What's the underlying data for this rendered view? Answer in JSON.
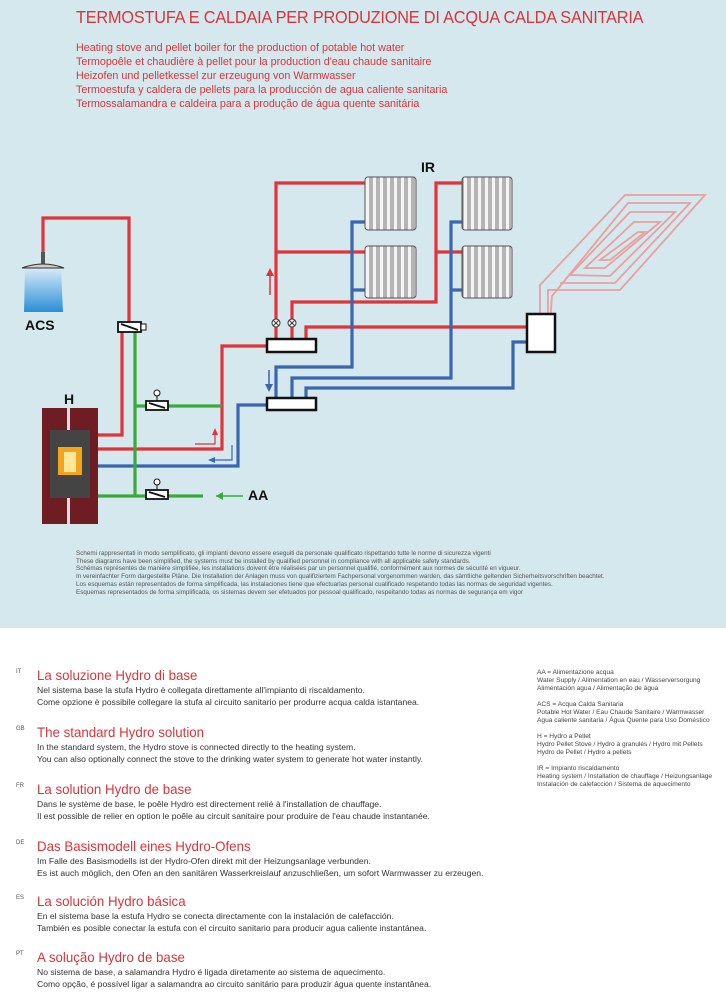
{
  "header": {
    "title": "TERMOSTUFA E CALDAIA PER PRODUZIONE DI ACQUA CALDA SANITARIA",
    "subtitles": [
      "Heating stove and pellet boiler for the production of potable hot water",
      "Termopoêle et chaudière à pellet pour la production d'eau chaude sanitaire",
      "Heizofen und pelletkessel zur erzeugung von Warmwasser",
      "Termoestufa y caldera de pellets para la producción de agua caliente sanitaria",
      "Termossalamandra e caldeira para a produção de água quente sanitária"
    ]
  },
  "diagram": {
    "labels": {
      "acs": "ACS",
      "h": "H",
      "aa": "AA",
      "ir": "IR"
    },
    "colors": {
      "hot": "#e0333a",
      "cold": "#3a66b0",
      "water": "#3aaa3a",
      "stove": "#6e1e22",
      "floor": "#e8a0a0"
    }
  },
  "disclaimer": [
    "Schemi rappresentati in modo semplificato, gli impianti devono essere eseguiti da personale qualificato rispettando tutte le norme di sicurezza vigenti",
    "These diagrams have been simplified, the systems must be installed by qualified personnel in compliance with all applicable safety standards.",
    "Schémas représentés de manière simplifiée, les installations doivent être réalisées par un personnel qualifié, conformément aux normes de sécurité en vigueur.",
    "In vereinfachter Form dargestellte Pläne. Die Installation der Anlagen muss von qualifiziertem Fachpersonal vorgenommen warden, das sämtliche geltenden Sicherheitsvorschriften beachtet.",
    "Los esquemas están representados de forma simplificada, las instalaciones tiene que efectuarlas personal cualificado respetando todas las normas de seguridad vigentes.",
    "Esquemas representados de forma simplificada, os sistemas devem ser efetuados por pessoal qualificado, respeitando todas as normas de segurança em vigor"
  ],
  "sections": [
    {
      "code": "IT",
      "title": "La soluzione Hydro di base",
      "lines": [
        "Nel sistema base la stufa Hydro è collegata direttamente all'impianto di riscaldamento.",
        "Come opzione è possibile collegare la stufa al circuito sanitario per produrre acqua calda istantanea."
      ]
    },
    {
      "code": "GB",
      "title": "The standard Hydro solution",
      "lines": [
        "In the standard system, the Hydro stove is connected directly to the heating system.",
        "You can also optionally connect the stove to the drinking water system to generate hot water instantly."
      ]
    },
    {
      "code": "FR",
      "title": "La solution Hydro de base",
      "lines": [
        "Dans le système de base, le poêle Hydro est directement relié à l'installation de chauffage.",
        "Il est possible de relier en option le poêle au circuit sanitaire pour produire de l'eau chaude instantanée."
      ]
    },
    {
      "code": "DE",
      "title": "Das Basismodell eines Hydro-Ofens",
      "lines": [
        "Im Falle des Basismodells ist der Hydro-Ofen direkt mit der Heizungsanlage verbunden.",
        "Es ist auch möglich, den Ofen an den sanitären Wasserkreislauf anzuschließen, um sofort Warmwasser zu erzeugen."
      ]
    },
    {
      "code": "ES",
      "title": "La solución Hydro básica",
      "lines": [
        "En el sistema base la estufa Hydro se conecta directamente con la instalación de calefacción.",
        "También es posible conectar la estufa con el circuito sanitario para producir agua caliente instantánea."
      ]
    },
    {
      "code": "PT",
      "title": "A solução Hydro de base",
      "lines": [
        "No sistema de base, a salamandra Hydro é ligada diretamente ao sistema de aquecimento.",
        "Como opção, é possível ligar a salamandra ao circuito sanitário para produzir água quente instantânea."
      ]
    }
  ],
  "legend": [
    [
      "AA = Alimentazione acqua",
      "Water Supply / Alimentation en eau / Wasserversorgung",
      "Alimentación agua / Alimentação de água"
    ],
    [
      "ACS = Acqua Calda Sanitaria",
      "Potable Hot Water / Eau Chaude Sanitaire / Warmwasser",
      "Agua caliente sanitaria / Água Quente para Uso Doméstico"
    ],
    [
      "H = Hydro a Pellet",
      "Hydro Pellet Stove / Hydro à granulés / Hydro mit Pellets",
      "Hydro de Pellet / Hydro a pellets"
    ],
    [
      "IR = Impianto riscaldamento",
      "Heating system / Installation de chauffage / Heizungsanlage",
      "Instalación de calefacción / Sistema de aquecimento"
    ]
  ]
}
